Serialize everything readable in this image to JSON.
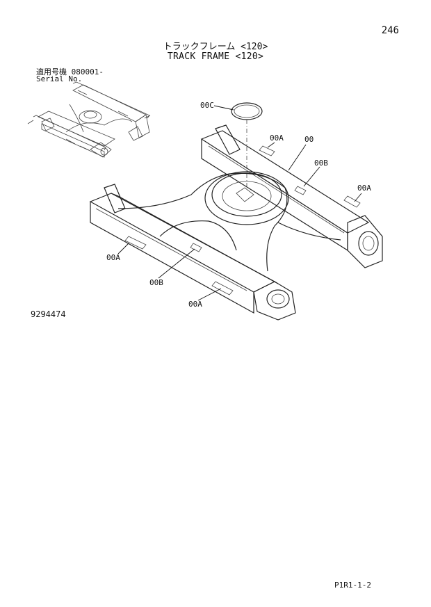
{
  "page_number": "246",
  "title": {
    "japanese": "トラックフレーム <120>",
    "english": "TRACK FRAME <120>"
  },
  "serial": {
    "japanese": "適用号機 080001-",
    "english": "Serial No."
  },
  "callouts": [
    "00C",
    "00A",
    "00",
    "00B",
    "00A",
    "00A",
    "00B",
    "00A"
  ],
  "drawing_number": "9294474",
  "footer_code": "P1R1-1-2"
}
